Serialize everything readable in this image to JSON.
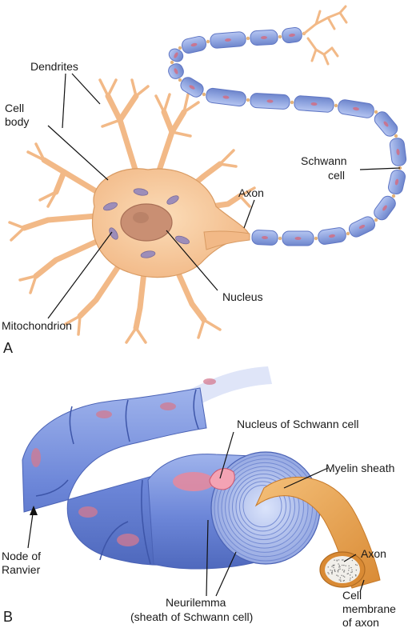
{
  "panels": {
    "a": "A",
    "b": "B"
  },
  "labels_a": {
    "dendrites": "Dendrites",
    "cell_body_1": "Cell",
    "cell_body_2": "body",
    "axon": "Axon",
    "schwann_1": "Schwann",
    "schwann_2": "cell",
    "nucleus": "Nucleus",
    "mitochondrion": "Mitochondrion"
  },
  "labels_b": {
    "nucleus_schwann": "Nucleus of Schwann cell",
    "myelin": "Myelin sheath",
    "node_1": "Node of",
    "node_2": "Ranvier",
    "axon": "Axon",
    "neurilemma_1": "Neurilemma",
    "neurilemma_2": "(sheath of Schwann cell)",
    "membrane_1": "Cell",
    "membrane_2": "membrane",
    "membrane_3": "of axon"
  },
  "colors": {
    "cell_fill": "#f6c99a",
    "cell_stroke": "#d99b63",
    "myelin_fill": "#8ea4e0",
    "myelin_stroke": "#5f76c4",
    "schwann_nucleus": "#d46a7e",
    "axon_fill": "#e8a24e"
  }
}
